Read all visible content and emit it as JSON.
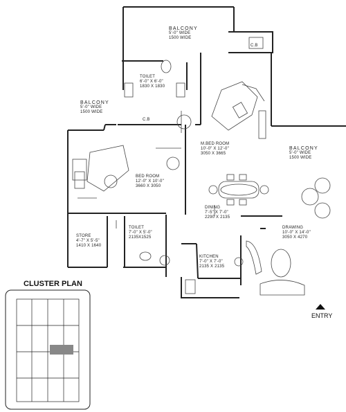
{
  "rooms": {
    "balcony_top": {
      "name": "BALCONY",
      "size": "5'-0\" WIDE",
      "metric": "1500 WIDE"
    },
    "toilet_top": {
      "name": "TOILET",
      "size": "6'-0\" X 6'-0\"",
      "metric": "1830 X 1830"
    },
    "balcony_left": {
      "name": "BALCONY",
      "size": "5'-0\" WIDE",
      "metric": "1500 WIDE"
    },
    "cb_top": {
      "name": "C.B"
    },
    "cb_mid": {
      "name": "C.B"
    },
    "m_bedroom": {
      "name": "M.BED ROOM",
      "size": "10'-0\" X 12'-0\"",
      "metric": "3050 X 3665"
    },
    "balcony_right": {
      "name": "BALCONY",
      "size": "5'-0\" WIDE",
      "metric": "1500 WIDE"
    },
    "bedroom": {
      "name": "BED ROOM",
      "size": "12'-0\" X 10'-0\"",
      "metric": "3660 X 3050"
    },
    "dining": {
      "name": "DINING",
      "size": "7'-5\" X 7'-0\"",
      "metric": "2290 X 2135"
    },
    "drawing": {
      "name": "DRAWING",
      "size": "10'-0\" X 14'-0\"",
      "metric": "3050 X 4270"
    },
    "store": {
      "name": "STORE",
      "size": "4'-7\" X 5'-5\"",
      "metric": "1410 X 1640"
    },
    "toilet_bottom": {
      "name": "TOILET",
      "size": "7'-0\" X 5'-0\"",
      "metric": "2135X1525"
    },
    "kitchen": {
      "name": "KITCHEN",
      "size": "7'-0\" X 7'-0\"",
      "metric": "2135 X 2135"
    }
  },
  "cluster_plan": {
    "title": "CLUSTER PLAN"
  },
  "entry": {
    "label": "ENTRY"
  }
}
